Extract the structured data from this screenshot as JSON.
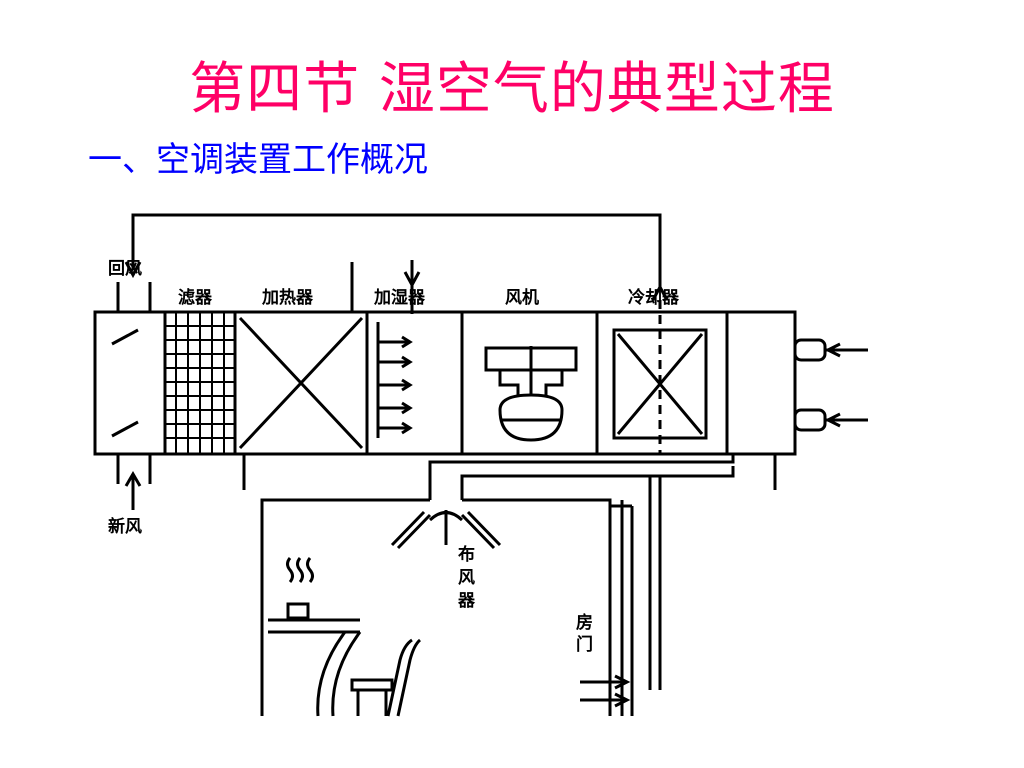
{
  "slide": {
    "title": "第四节  湿空气的典型过程",
    "subtitle": "一、空调装置工作概况"
  },
  "diagram": {
    "labels": {
      "return_air": "回风",
      "filter": "滤器",
      "heater": "加热器",
      "humidifier": "加湿器",
      "fan": "风机",
      "cooler": "冷却器",
      "fresh_air": "新风",
      "diffuser": [
        "布",
        "风",
        "器"
      ],
      "room_door": [
        "房",
        "门"
      ]
    },
    "colors": {
      "title": "#ff0066",
      "subtitle": "#0000ff",
      "line": "#000000"
    }
  }
}
